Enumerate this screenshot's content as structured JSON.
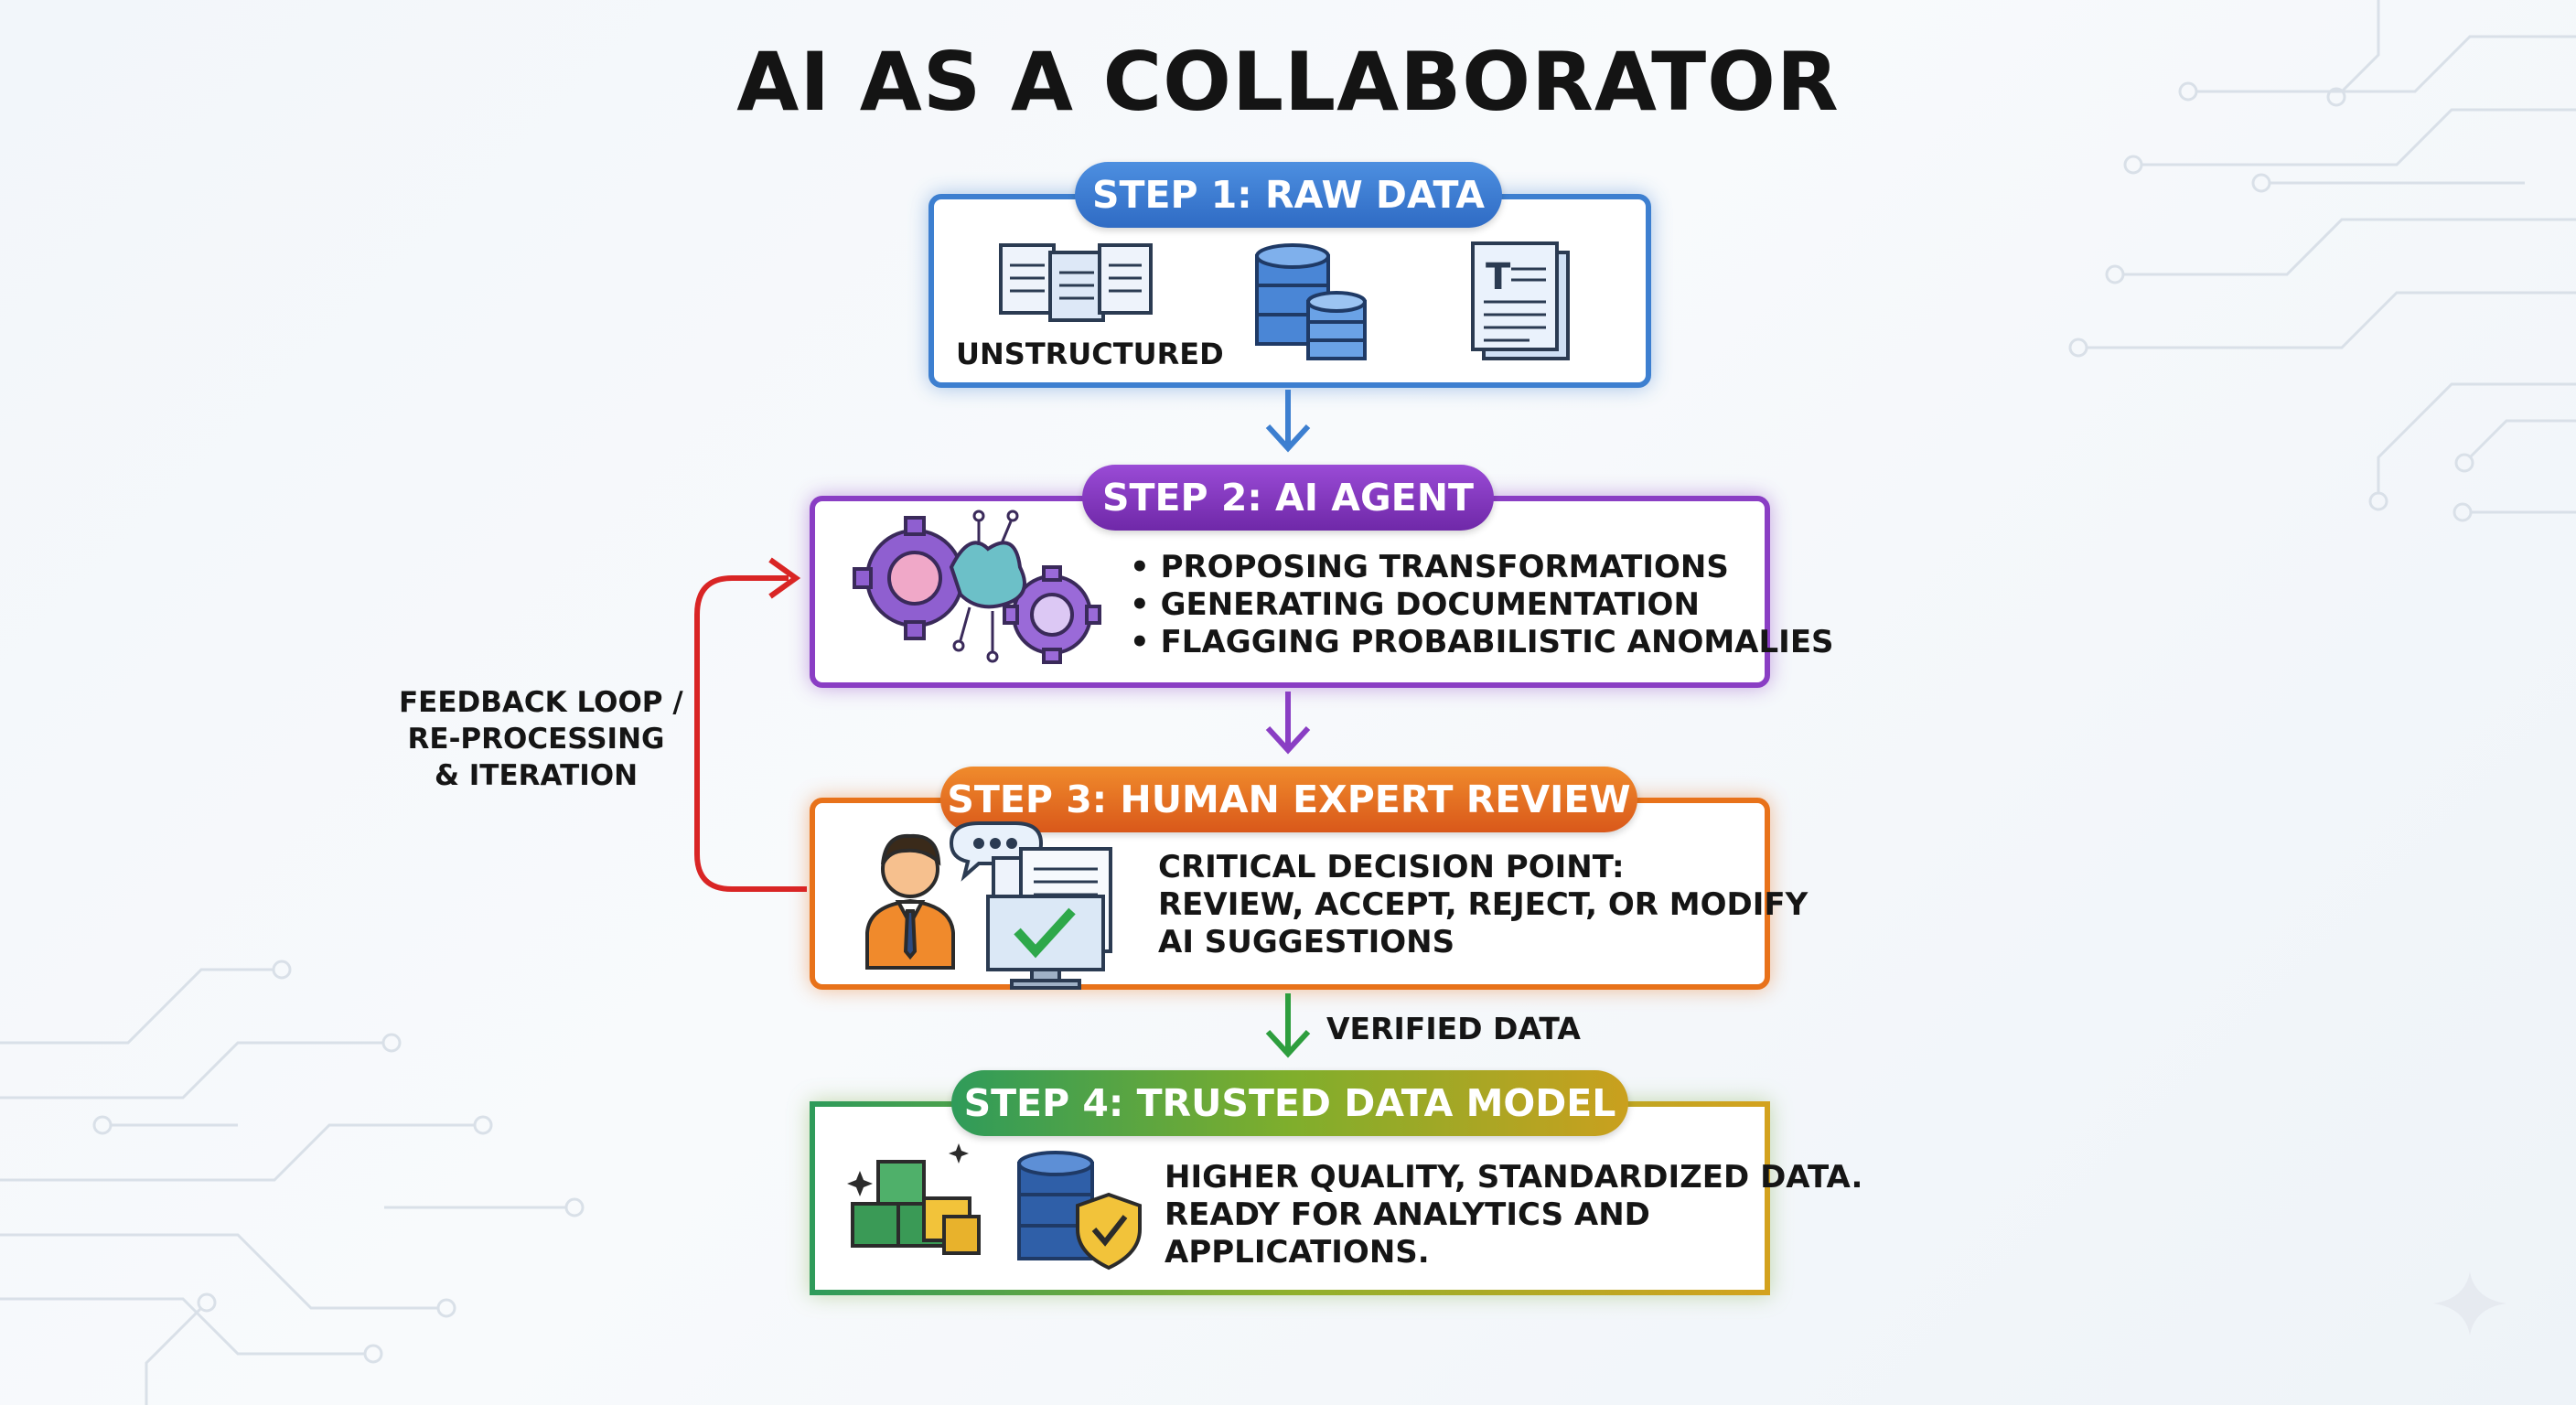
{
  "title": "AI AS A COLLABORATOR",
  "steps": [
    {
      "label": "STEP 1: RAW DATA",
      "icons": [
        "documents-icon",
        "database-icon",
        "text-document-icon"
      ],
      "caption": "UNSTRUCTURED",
      "color": "#3d7fd0"
    },
    {
      "label": "STEP 2: AI AGENT",
      "icons": [
        "ai-gears-brain-icon"
      ],
      "bullets": [
        "PROPOSING TRANSFORMATIONS",
        "GENERATING DOCUMENTATION",
        "FLAGGING PROBABILISTIC ANOMALIES"
      ],
      "color": "#8a3ec4"
    },
    {
      "label": "STEP 3: HUMAN EXPERT REVIEW",
      "icons": [
        "person-icon",
        "chat-bubble-icon",
        "monitor-check-icon"
      ],
      "lines": [
        "CRITICAL DECISION POINT:",
        "REVIEW, ACCEPT, REJECT, OR MODIFY",
        "AI SUGGESTIONS"
      ],
      "color": "#e8721a"
    },
    {
      "label": "STEP 4: TRUSTED DATA MODEL",
      "icons": [
        "cubes-icon",
        "secure-database-icon"
      ],
      "lines": [
        "HIGHER QUALITY, STANDARDIZED DATA.",
        "READY FOR ANALYTICS AND",
        "APPLICATIONS."
      ],
      "color": "#2f9b5a"
    }
  ],
  "feedback": {
    "lines": [
      "FEEDBACK LOOP /",
      "RE-PROCESSING",
      "& ITERATION"
    ],
    "color": "#d92525"
  },
  "verified_label": "VERIFIED DATA",
  "arrow_colors": [
    "#3d7fd0",
    "#8a3ec4",
    "#2e9e3e"
  ]
}
